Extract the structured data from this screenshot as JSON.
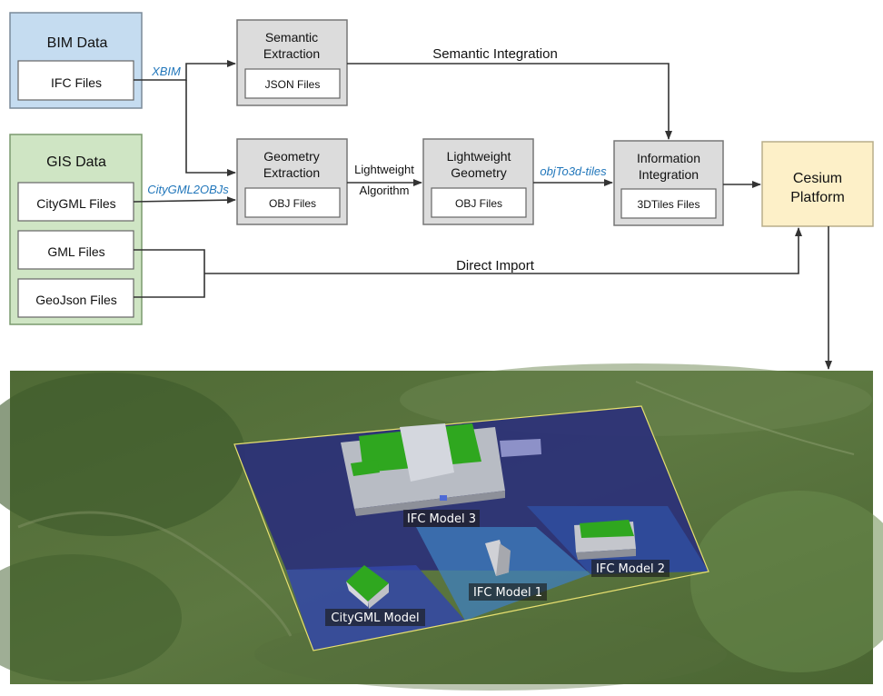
{
  "sources": {
    "bim": {
      "title": "BIM Data",
      "files": [
        "IFC Files"
      ]
    },
    "gis": {
      "title": "GIS Data",
      "files": [
        "CityGML Files",
        "GML Files",
        "GeoJson Files"
      ]
    }
  },
  "process": {
    "semantic": {
      "title": [
        "Semantic",
        "Extraction"
      ],
      "output": "JSON Files"
    },
    "geometry": {
      "title": [
        "Geometry",
        "Extraction"
      ],
      "output": "OBJ Files"
    },
    "lightweight": {
      "title": [
        "Lightweight",
        "Geometry"
      ],
      "output": "OBJ Files"
    },
    "integration": {
      "title": [
        "Information",
        "Integration"
      ],
      "output": "3DTiles Files"
    },
    "cesium": {
      "title": [
        "Cesium",
        "Platform"
      ]
    }
  },
  "edge_labels": {
    "xbim": "XBIM",
    "citygml2obj": "CityGML2OBJs",
    "lightweight_algorithm": [
      "Lightweight",
      "Algorithm"
    ],
    "objto3d": "objTo3d-tiles",
    "semantic_integration": "Semantic Integration",
    "direct_import": "Direct Import"
  },
  "scene_labels": {
    "ifc3": "IFC Model 3",
    "ifc2": "IFC Model 2",
    "ifc1": "IFC Model 1",
    "citygml": "CityGML Model"
  },
  "colors": {
    "bim_fill": "#c5dcf0",
    "gis_fill": "#cfe5c4",
    "process_fill": "#dcdcdc",
    "cesium_fill": "#fdf0c8",
    "edge_label": "#2277bb",
    "arrow": "#333333"
  }
}
